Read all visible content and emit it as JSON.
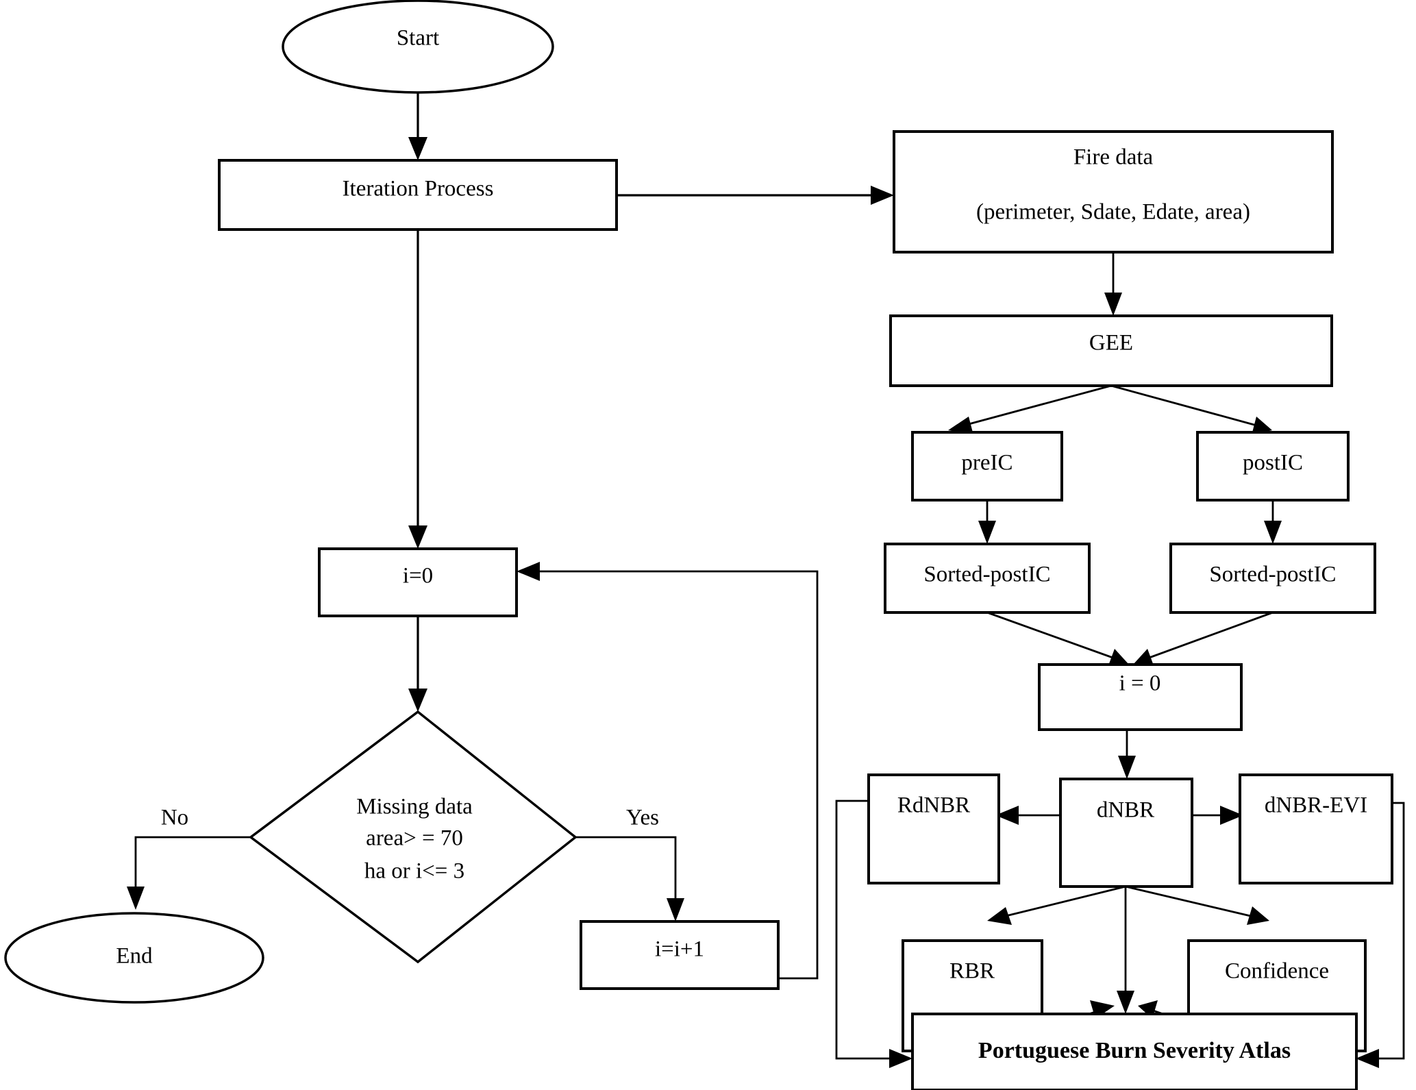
{
  "diagram": {
    "title": "Burn severity processing flowchart",
    "type": "flowchart",
    "stroke_color": "#000000",
    "fill_color": "#ffffff",
    "background_color": "#ffffff"
  },
  "nodes": {
    "start": {
      "label": "Start",
      "shape": "ellipse"
    },
    "iteration_process": {
      "label": "Iteration Process",
      "shape": "rectangle"
    },
    "i_zero_left": {
      "label": "i=0",
      "shape": "rectangle"
    },
    "decision": {
      "shape": "diamond",
      "line1": "Missing data",
      "line2": "area> = 70",
      "line3": "ha or i<= 3"
    },
    "end": {
      "label": "End",
      "shape": "ellipse"
    },
    "i_increment": {
      "label": "i=i+1",
      "shape": "rectangle"
    },
    "fire_data": {
      "shape": "rectangle",
      "line1": "Fire data",
      "line2": "(perimeter, Sdate, Edate, area)"
    },
    "gee": {
      "label": "GEE",
      "shape": "rectangle"
    },
    "pre_ic": {
      "label": "preIC",
      "shape": "rectangle"
    },
    "post_ic": {
      "label": "postIC",
      "shape": "rectangle"
    },
    "sorted_post_ic_left": {
      "label": "Sorted-postIC",
      "shape": "rectangle"
    },
    "sorted_post_ic_right": {
      "label": "Sorted-postIC",
      "shape": "rectangle"
    },
    "i_zero_right": {
      "label": "i = 0",
      "shape": "rectangle"
    },
    "rdnbr": {
      "label": "RdNBR",
      "shape": "rectangle"
    },
    "dnbr": {
      "label": "dNBR",
      "shape": "rectangle"
    },
    "dnbr_evi": {
      "label": "dNBR-EVI",
      "shape": "rectangle"
    },
    "rbr": {
      "label": "RBR",
      "shape": "rectangle"
    },
    "confidence": {
      "label": "Confidence",
      "shape": "rectangle"
    },
    "atlas": {
      "label": "Portuguese Burn Severity Atlas",
      "shape": "rectangle",
      "bold": true
    }
  },
  "edge_labels": {
    "no": "No",
    "yes": "Yes"
  }
}
